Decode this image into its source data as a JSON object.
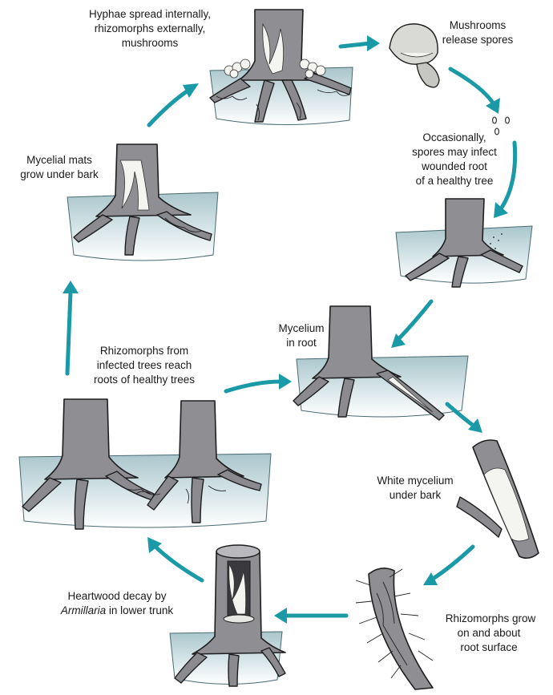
{
  "labels": {
    "hyphae": [
      "Hyphae spread internally,",
      "rhizomorphs externally,",
      "mushrooms"
    ],
    "mushrooms_release": [
      "Mushrooms",
      "release spores"
    ],
    "spores_infect": [
      "Occasionally,",
      "spores may infect",
      "wounded root",
      "of a healthy tree"
    ],
    "mycelial_mats": [
      "Mycelial mats",
      "grow under bark"
    ],
    "mycelium_root": [
      "Mycelium",
      "in root"
    ],
    "rhizomorphs_reach": [
      "Rhizomorphs from",
      "infected trees reach",
      "roots of healthy trees"
    ],
    "white_mycelium": [
      "White mycelium",
      "under bark"
    ],
    "heartwood": [
      "Heartwood decay by",
      "Armillaria",
      " in lower trunk"
    ],
    "rhizomorphs_grow": [
      "Rhizomorphs grow",
      "on and about",
      "root surface"
    ]
  },
  "colors": {
    "arrow": "#1a9aa6",
    "soil_top": "#bcd3d8",
    "soil_bottom": "#ffffff",
    "trunk": "#8e8e93"
  }
}
